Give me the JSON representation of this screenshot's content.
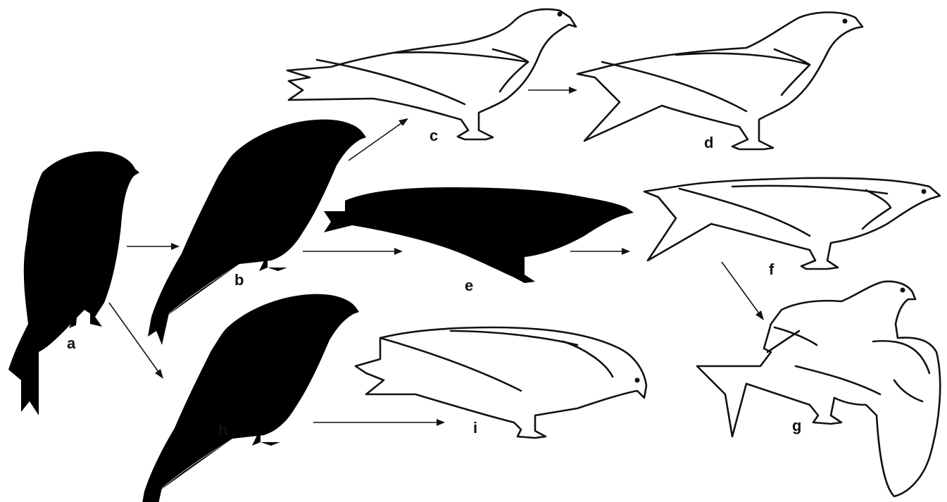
{
  "figure": {
    "labels": [
      "a",
      "b",
      "c",
      "d",
      "e",
      "f",
      "g",
      "h",
      "i"
    ]
  },
  "poses": [
    {
      "id": "a",
      "icon": "perched-upright-bird"
    },
    {
      "id": "b",
      "icon": "perched-leaning-bird"
    },
    {
      "id": "c",
      "icon": "crouched-bird-tail-spread"
    },
    {
      "id": "d",
      "icon": "crouched-bird-tail-forked"
    },
    {
      "id": "e",
      "icon": "horizontal-bird"
    },
    {
      "id": "f",
      "icon": "horizontal-bird-tail-forked"
    },
    {
      "id": "g",
      "icon": "bird-taking-off"
    },
    {
      "id": "h",
      "icon": "perched-leaning-bird-head-down"
    },
    {
      "id": "i",
      "icon": "horizontal-bird-head-down"
    }
  ],
  "transitions": [
    {
      "from": "a",
      "to": "b"
    },
    {
      "from": "a",
      "to": "h"
    },
    {
      "from": "b",
      "to": "c"
    },
    {
      "from": "b",
      "to": "e"
    },
    {
      "from": "c",
      "to": "d"
    },
    {
      "from": "e",
      "to": "f"
    },
    {
      "from": "f",
      "to": "g"
    },
    {
      "from": "h",
      "to": "i"
    }
  ]
}
